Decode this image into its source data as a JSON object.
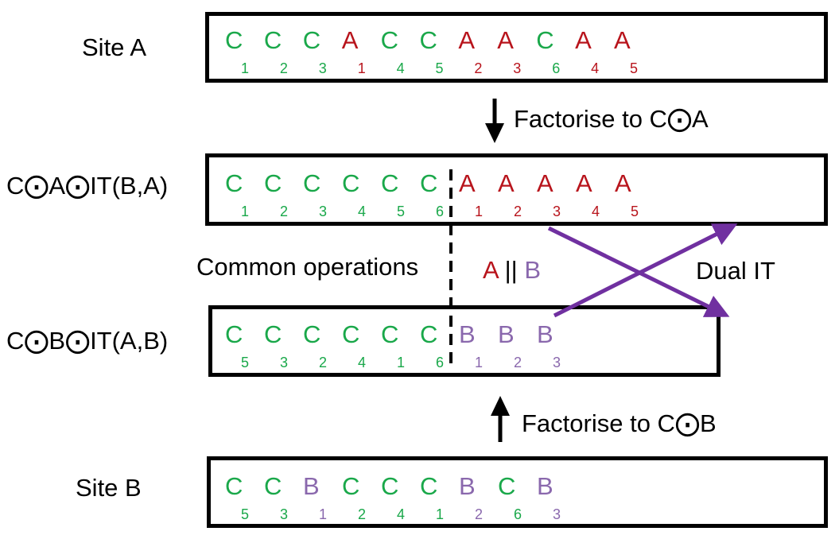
{
  "labels": {
    "site_a": "Site A",
    "coa": "C⨀A⨀IT(B,A)",
    "cob": "C⨀B⨀IT(A,B)",
    "site_b": "Site B",
    "common_ops": "Common operations",
    "a_par": "A",
    "par_sep": "||",
    "b_par": "B",
    "dual_it": "Dual IT",
    "factorise_a": "Factorise to C⨀A",
    "factorise_b": "Factorise to C⨀B"
  },
  "rows": {
    "site_a": [
      {
        "l": "C",
        "s": "1",
        "c": "green"
      },
      {
        "l": "C",
        "s": "2",
        "c": "green"
      },
      {
        "l": "C",
        "s": "3",
        "c": "green"
      },
      {
        "l": "A",
        "s": "1",
        "c": "red"
      },
      {
        "l": "C",
        "s": "4",
        "c": "green"
      },
      {
        "l": "C",
        "s": "5",
        "c": "green"
      },
      {
        "l": "A",
        "s": "2",
        "c": "red"
      },
      {
        "l": "A",
        "s": "3",
        "c": "red"
      },
      {
        "l": "C",
        "s": "6",
        "c": "green"
      },
      {
        "l": "A",
        "s": "4",
        "c": "red"
      },
      {
        "l": "A",
        "s": "5",
        "c": "red"
      }
    ],
    "coa": [
      {
        "l": "C",
        "s": "1",
        "c": "green"
      },
      {
        "l": "C",
        "s": "2",
        "c": "green"
      },
      {
        "l": "C",
        "s": "3",
        "c": "green"
      },
      {
        "l": "C",
        "s": "4",
        "c": "green"
      },
      {
        "l": "C",
        "s": "5",
        "c": "green"
      },
      {
        "l": "C",
        "s": "6",
        "c": "green"
      },
      {
        "l": "A",
        "s": "1",
        "c": "red"
      },
      {
        "l": "A",
        "s": "2",
        "c": "red"
      },
      {
        "l": "A",
        "s": "3",
        "c": "red"
      },
      {
        "l": "A",
        "s": "4",
        "c": "red"
      },
      {
        "l": "A",
        "s": "5",
        "c": "red"
      }
    ],
    "cob": [
      {
        "l": "C",
        "s": "5",
        "c": "green"
      },
      {
        "l": "C",
        "s": "3",
        "c": "green"
      },
      {
        "l": "C",
        "s": "2",
        "c": "green"
      },
      {
        "l": "C",
        "s": "4",
        "c": "green"
      },
      {
        "l": "C",
        "s": "1",
        "c": "green"
      },
      {
        "l": "C",
        "s": "6",
        "c": "green"
      },
      {
        "l": "B",
        "s": "1",
        "c": "purple"
      },
      {
        "l": "B",
        "s": "2",
        "c": "purple"
      },
      {
        "l": "B",
        "s": "3",
        "c": "purple"
      }
    ],
    "site_b": [
      {
        "l": "C",
        "s": "5",
        "c": "green"
      },
      {
        "l": "C",
        "s": "3",
        "c": "green"
      },
      {
        "l": "B",
        "s": "1",
        "c": "purple"
      },
      {
        "l": "C",
        "s": "2",
        "c": "green"
      },
      {
        "l": "C",
        "s": "4",
        "c": "green"
      },
      {
        "l": "C",
        "s": "1",
        "c": "green"
      },
      {
        "l": "B",
        "s": "2",
        "c": "purple"
      },
      {
        "l": "C",
        "s": "6",
        "c": "green"
      },
      {
        "l": "B",
        "s": "3",
        "c": "purple"
      }
    ]
  },
  "colors": {
    "common": "#1aa84a",
    "site_a_ops": "#b8141c",
    "site_b_ops": "#8a68ad",
    "dual_it_arrows": "#7030a0"
  }
}
